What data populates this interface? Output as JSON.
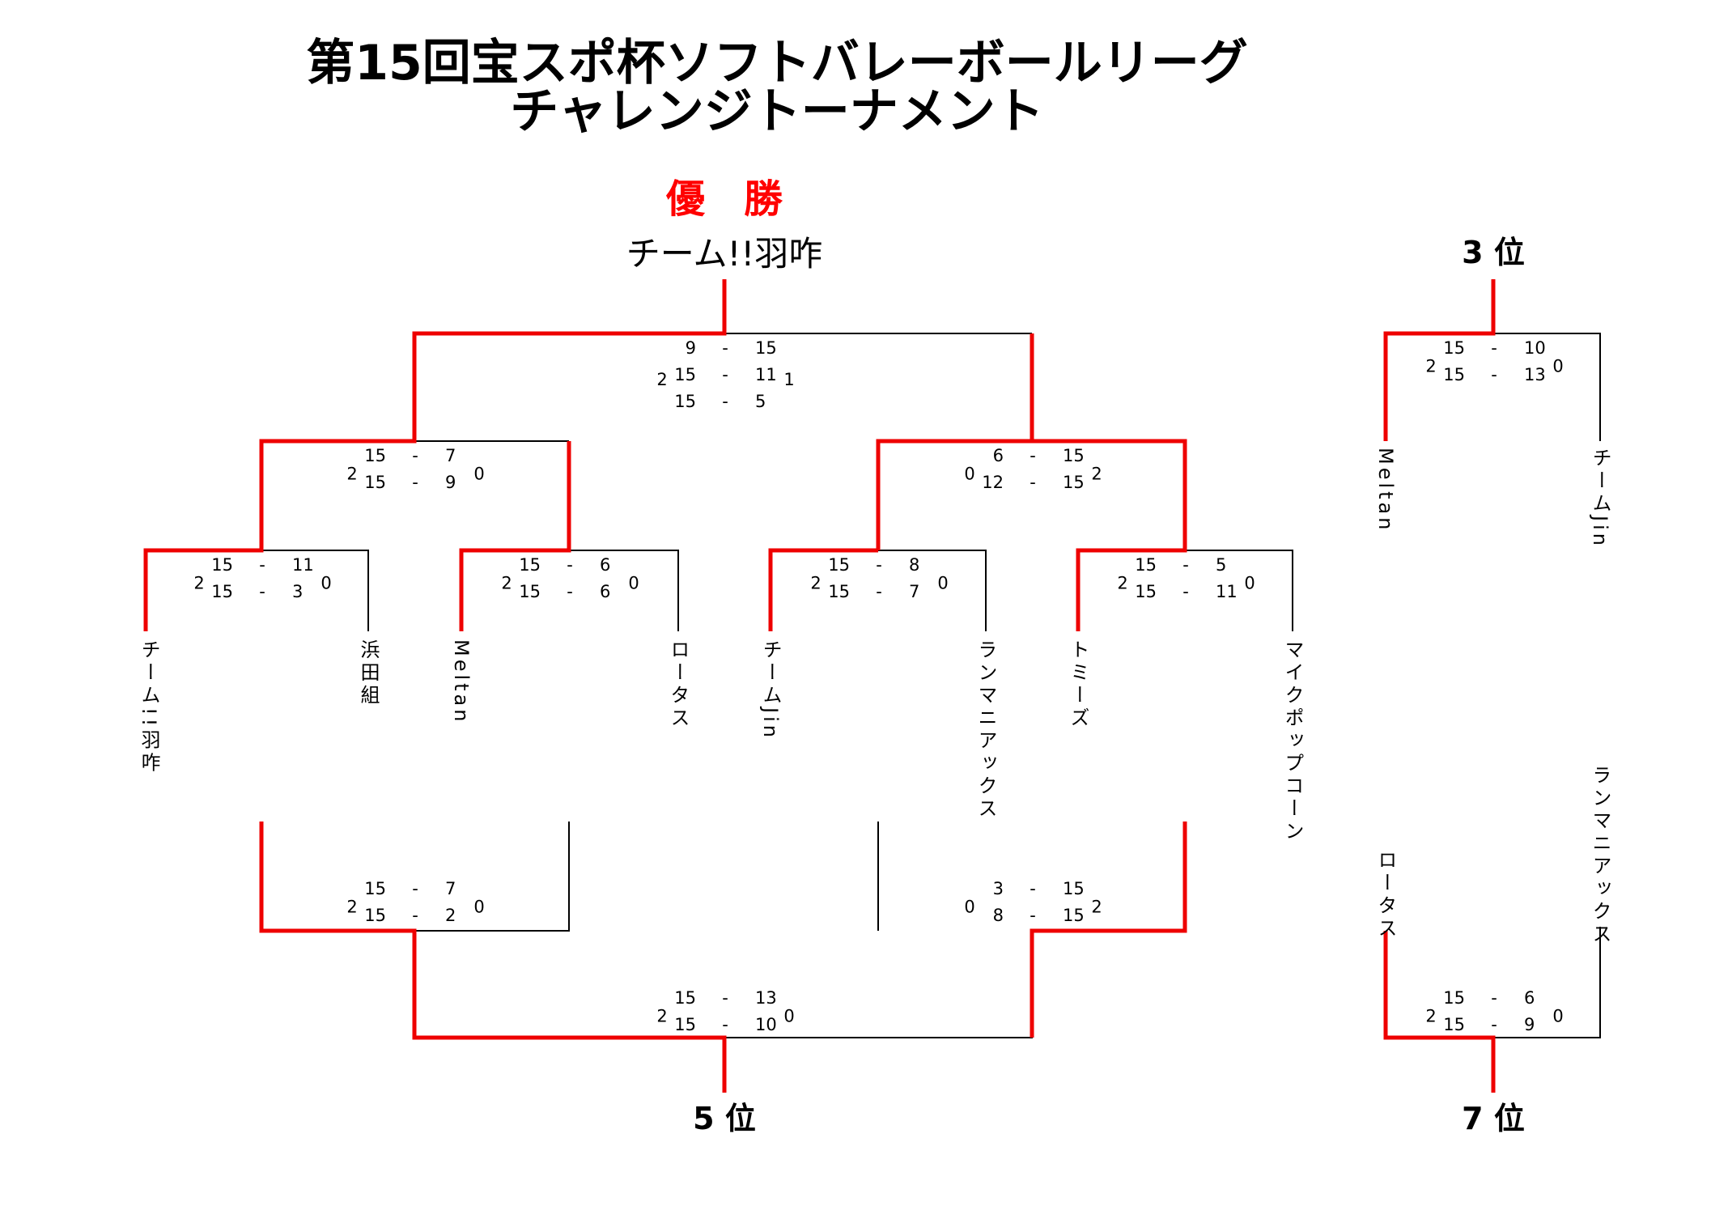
{
  "title": {
    "line1": "第15回宝スポ杯ソフトバレーボールリーグ",
    "line2": "チャレンジトーナメント"
  },
  "winner": {
    "label": "優　勝",
    "team": "チーム!!羽咋"
  },
  "places": {
    "third": "3 位",
    "fifth": "5 位",
    "seventh": "7 位"
  },
  "teams": {
    "t1": "チーム!!羽咋",
    "t2": "浜田組",
    "t3": "Meltan",
    "t4": "ロータス",
    "t5": "チームJin",
    "t6": "ランマニアックス",
    "t7": "トミーズ",
    "t8": "マイクポップコーン",
    "third_left": "Meltan",
    "third_right": "チームJin",
    "seventh_left": "ロータス",
    "seventh_right": "ランマニアックス"
  },
  "matches": {
    "r1a": {
      "left": "2",
      "right": "0",
      "sets": [
        [
          "15",
          "11"
        ],
        [
          "15",
          "3"
        ]
      ]
    },
    "r1b": {
      "left": "2",
      "right": "0",
      "sets": [
        [
          "15",
          "6"
        ],
        [
          "15",
          "6"
        ]
      ]
    },
    "r1c": {
      "left": "2",
      "right": "0",
      "sets": [
        [
          "15",
          "8"
        ],
        [
          "15",
          "7"
        ]
      ]
    },
    "r1d": {
      "left": "2",
      "right": "0",
      "sets": [
        [
          "15",
          "5"
        ],
        [
          "15",
          "11"
        ]
      ]
    },
    "sf1": {
      "left": "2",
      "right": "0",
      "sets": [
        [
          "15",
          "7"
        ],
        [
          "15",
          "9"
        ]
      ]
    },
    "sf2": {
      "left": "0",
      "right": "2",
      "sets": [
        [
          "6",
          "15"
        ],
        [
          "12",
          "15"
        ]
      ]
    },
    "final": {
      "left": "2",
      "right": "1",
      "sets": [
        [
          "9",
          "15"
        ],
        [
          "15",
          "11"
        ],
        [
          "15",
          "5"
        ]
      ]
    },
    "third": {
      "left": "2",
      "right": "0",
      "sets": [
        [
          "15",
          "10"
        ],
        [
          "15",
          "13"
        ]
      ]
    },
    "cons1": {
      "left": "2",
      "right": "0",
      "sets": [
        [
          "15",
          "7"
        ],
        [
          "15",
          "2"
        ]
      ]
    },
    "cons2": {
      "left": "0",
      "right": "2",
      "sets": [
        [
          "3",
          "15"
        ],
        [
          "8",
          "15"
        ]
      ]
    },
    "fifth": {
      "left": "2",
      "right": "0",
      "sets": [
        [
          "15",
          "13"
        ],
        [
          "15",
          "10"
        ]
      ]
    },
    "seventh": {
      "left": "2",
      "right": "0",
      "sets": [
        [
          "15",
          "6"
        ],
        [
          "15",
          "9"
        ]
      ]
    }
  },
  "dash": "-",
  "colors": {
    "win_line": "#ee0000",
    "lose_line": "#000000",
    "winner_label": "#ff0000"
  }
}
